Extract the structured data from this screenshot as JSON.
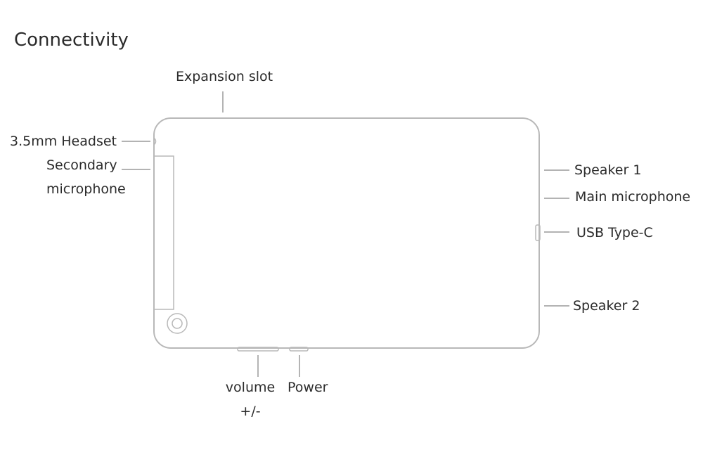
{
  "title": "Connectivity",
  "labels": {
    "expansion_slot": "Expansion slot",
    "headset": "3.5mm Headset",
    "secondary_mic_line1": "Secondary",
    "secondary_mic_line2": "microphone",
    "speaker1": "Speaker 1",
    "main_mic": "Main microphone",
    "usb": "USB Type-C",
    "speaker2": "Speaker 2",
    "volume_line1": "volume",
    "volume_line2": "+/-",
    "power": "Power"
  },
  "colors": {
    "text": "#2b2b2b",
    "outline": "#b8b8b8",
    "leader": "#9a9a9a"
  }
}
